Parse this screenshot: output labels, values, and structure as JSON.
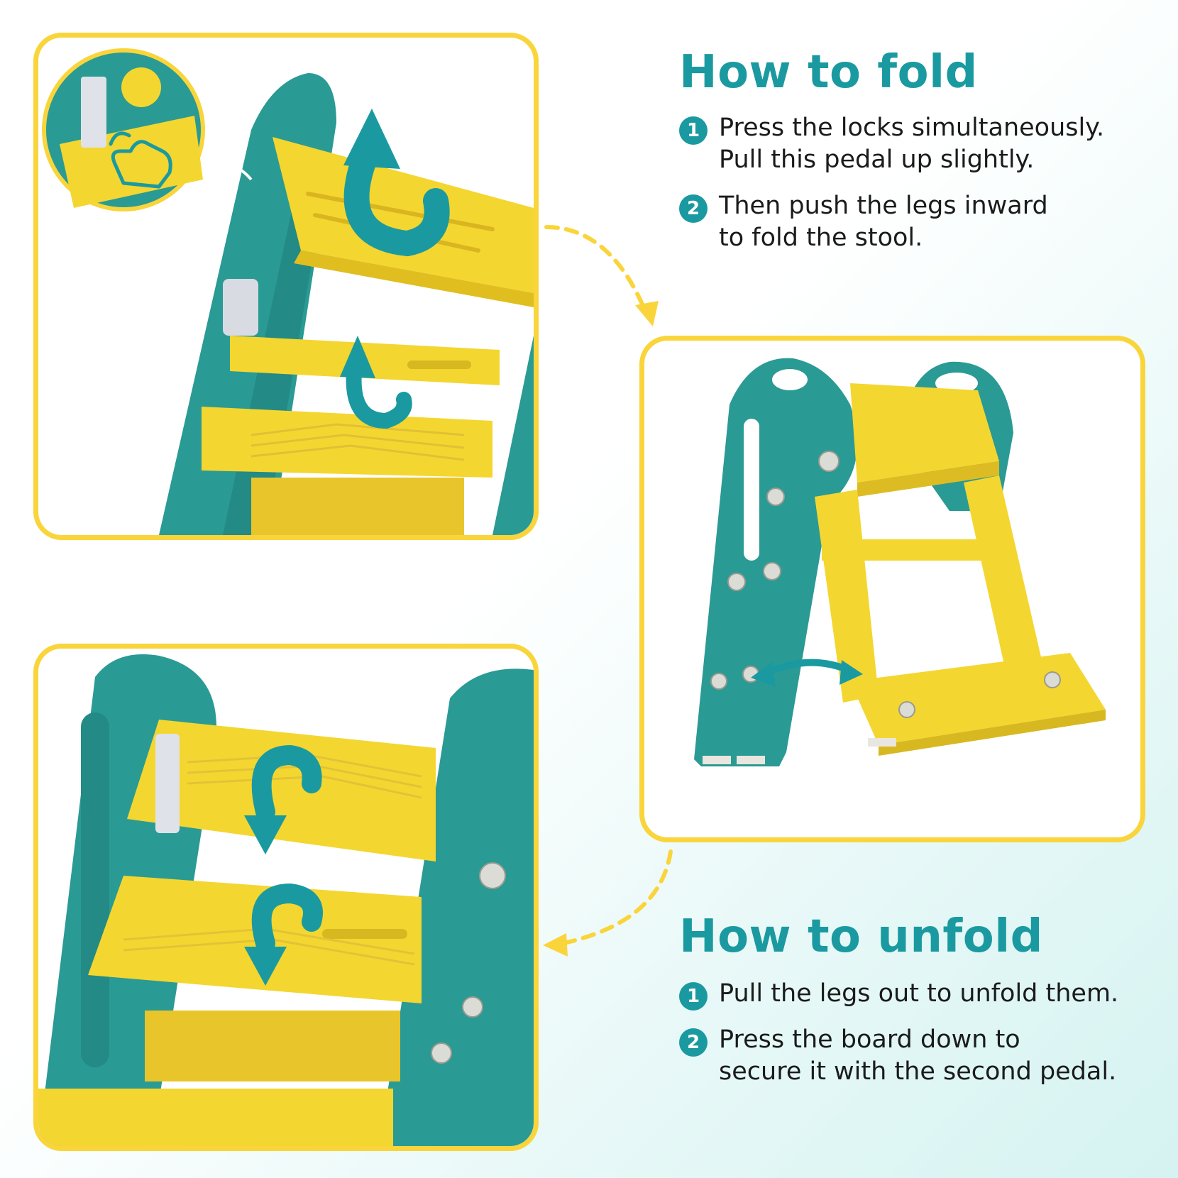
{
  "fold": {
    "title": "How to fold",
    "steps": [
      {
        "number": "1",
        "text": "Press the locks simultaneously.\nPull this pedal up slightly."
      },
      {
        "number": "2",
        "text": "Then push the legs inward\nto fold the stool."
      }
    ]
  },
  "unfold": {
    "title": "How to unfold",
    "steps": [
      {
        "number": "1",
        "text": "Pull the legs out to unfold them."
      },
      {
        "number": "2",
        "text": "Press the board down to\nsecure it with the second pedal."
      }
    ]
  },
  "colors": {
    "accent_teal": "#1a9aa0",
    "frame_yellow": "#f9d53b",
    "stool_yellow": "#f4d630",
    "stool_teal": "#2a9a94"
  },
  "icons": [
    "tap-hand-icon",
    "rotate-arrow-icon",
    "double-arrow-icon",
    "dashed-curved-arrow-icon",
    "screw-icon"
  ]
}
